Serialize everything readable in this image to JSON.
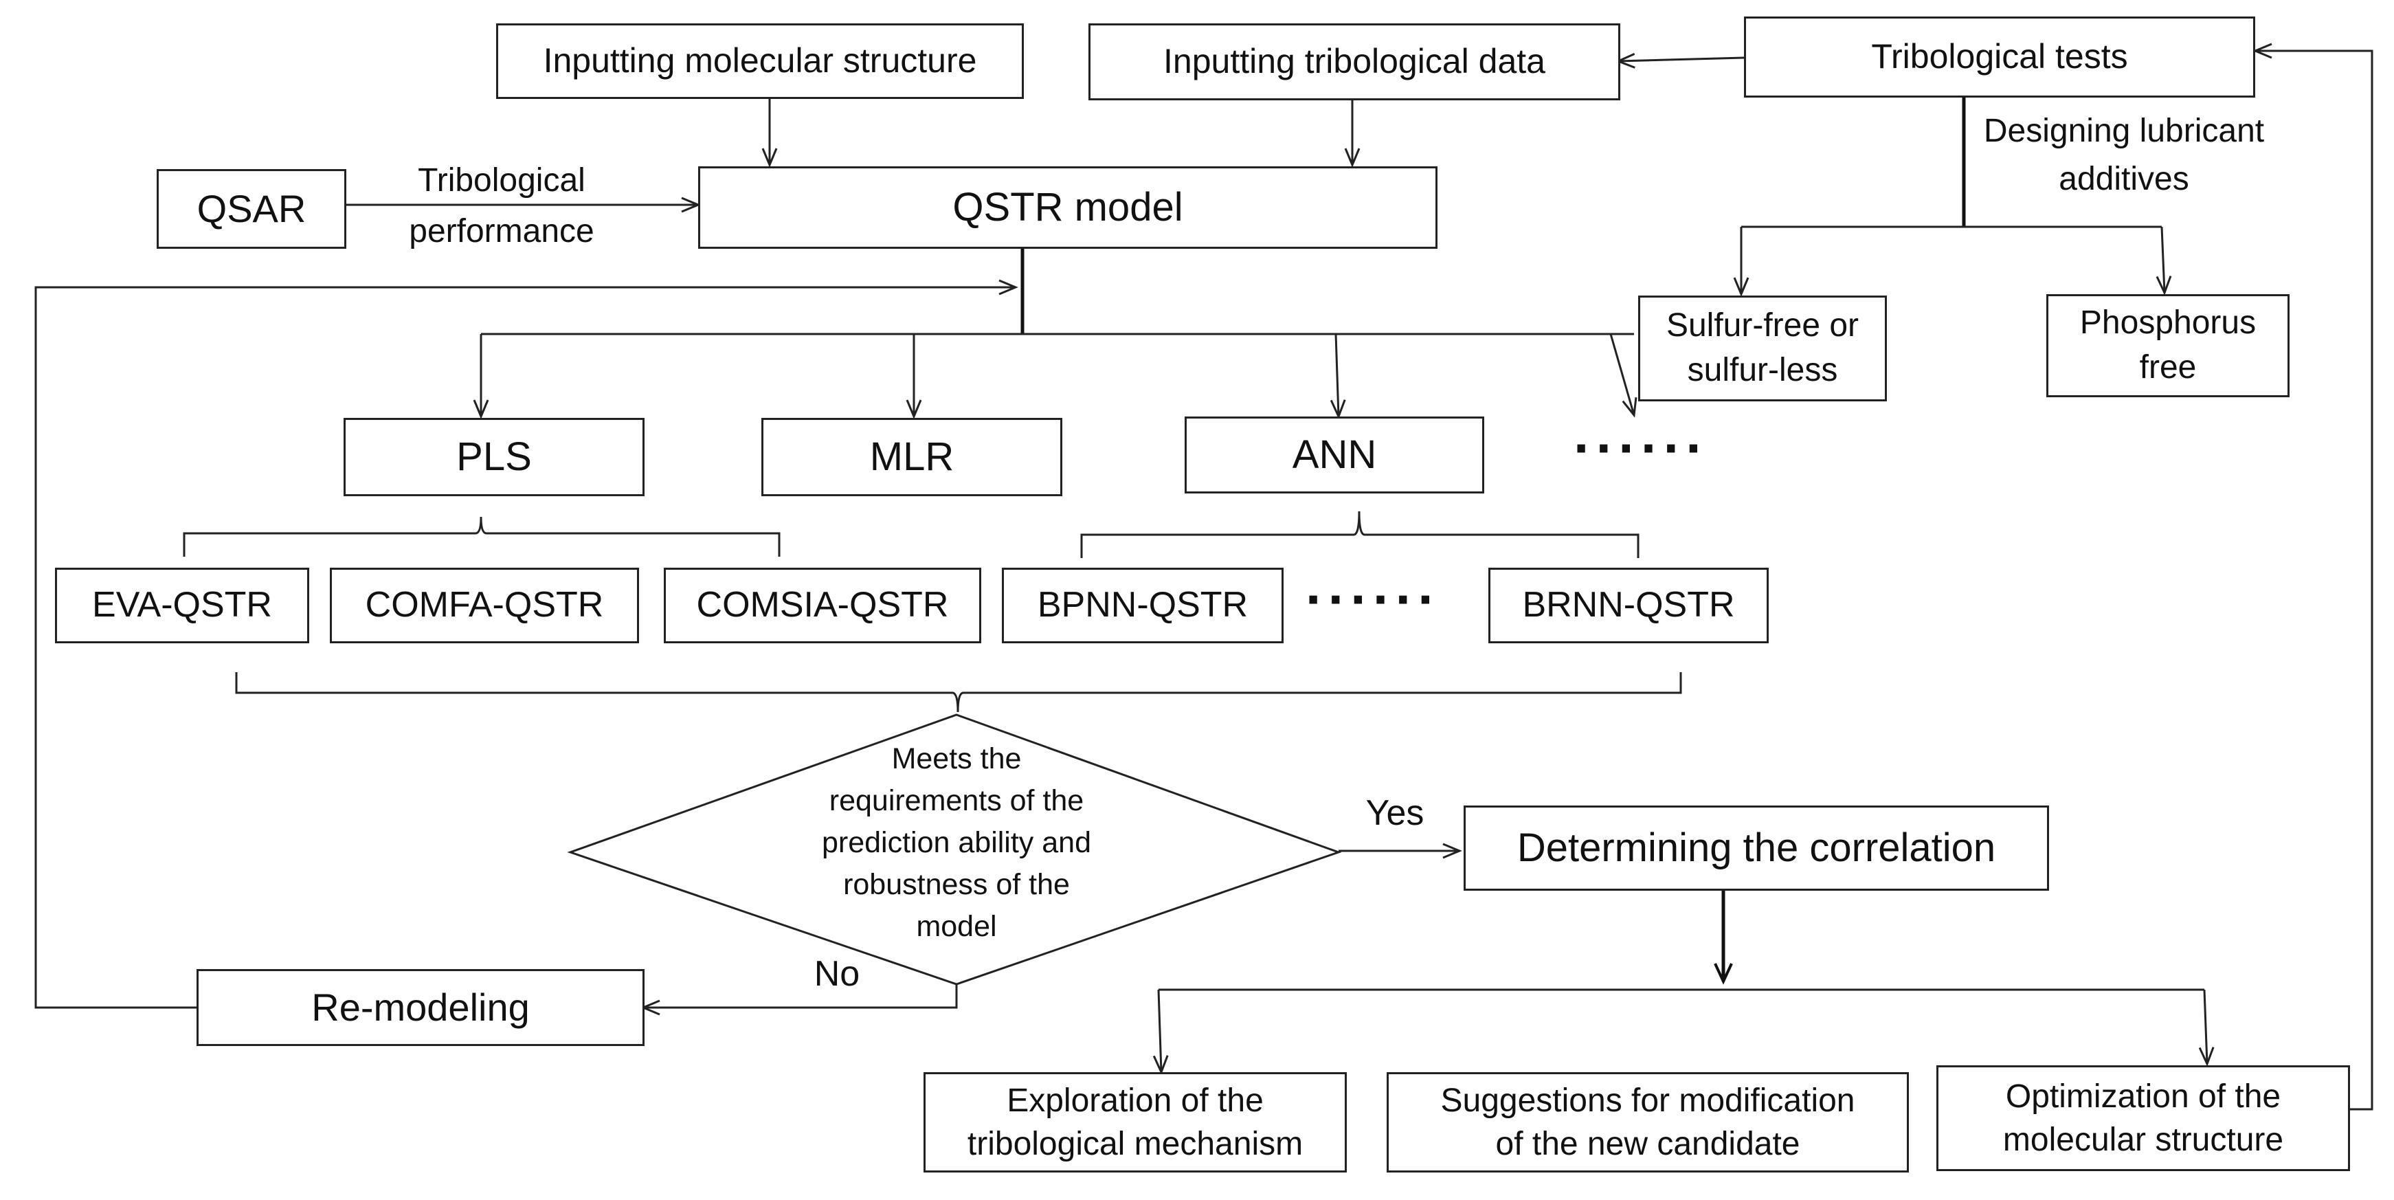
{
  "nodes": {
    "inputting_molecular_structure": "Inputting molecular structure",
    "inputting_tribological_data": "Inputting tribological data",
    "tribological_tests": "Tribological tests",
    "qsar": "QSAR",
    "qstr_model": "QSTR model",
    "sulfur_free": "Sulfur-free or\nsulfur-less",
    "phosphorus_free": "Phosphorus\nfree",
    "pls": "PLS",
    "mlr": "MLR",
    "ann": "ANN",
    "eva_qstr": "EVA-QSTR",
    "comfa_qstr": "COMFA-QSTR",
    "comsia_qstr": "COMSIA-QSTR",
    "bpnn_qstr": "BPNN-QSTR",
    "brnn_qstr": "BRNN-QSTR",
    "decision": "Meets the\nrequirements of the\nprediction ability and\nrobustness of the\nmodel",
    "determining_correlation": "Determining the correlation",
    "re_modeling": "Re-modeling",
    "exploration": "Exploration of the\ntribological mechanism",
    "suggestions": "Suggestions for modification\nof the new candidate",
    "optimization": "Optimization of the\nmolecular structure"
  },
  "edge_labels": {
    "tribological_performance": "Tribological\nperformance",
    "designing_additives": "Designing lubricant\nadditives",
    "yes": "Yes",
    "no": "No"
  },
  "ellipsis": {
    "methods": "······",
    "ann_variants": "······"
  }
}
